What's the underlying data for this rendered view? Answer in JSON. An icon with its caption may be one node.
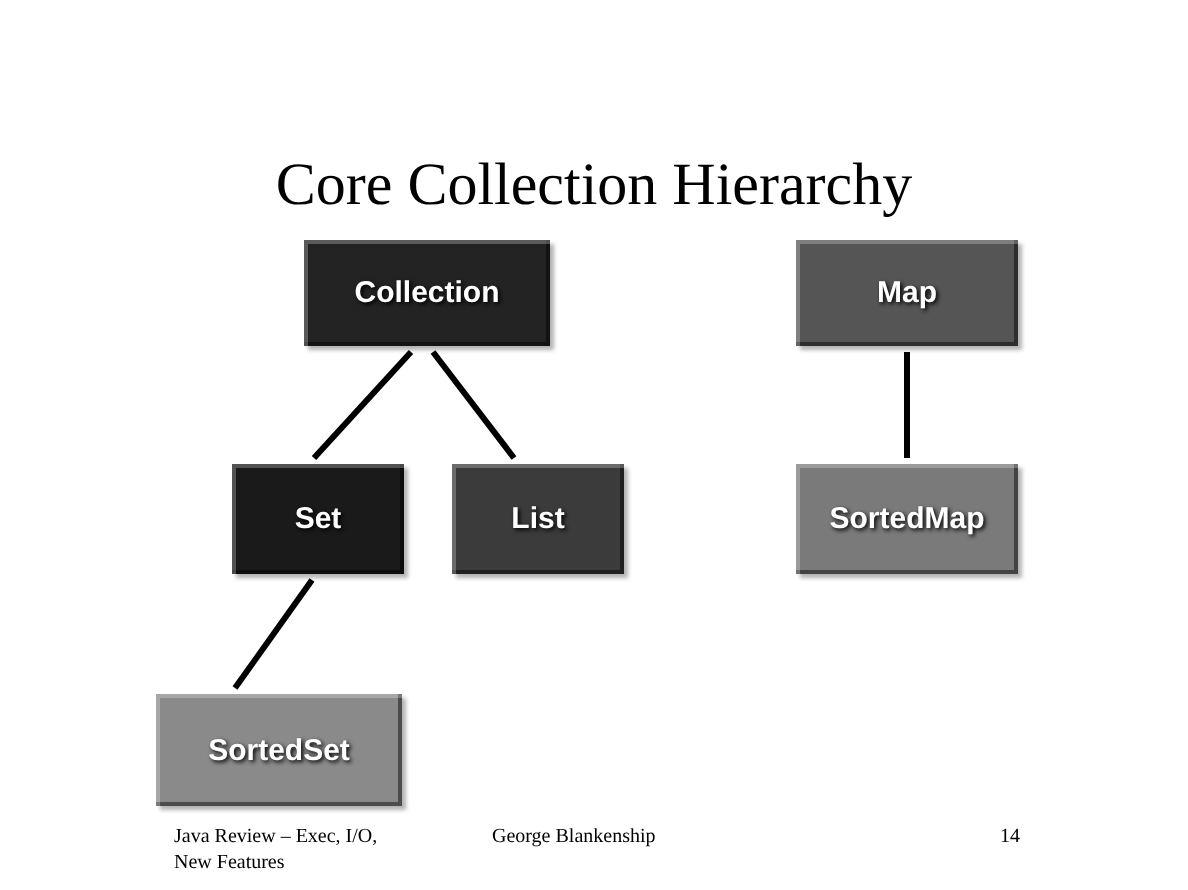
{
  "diagram": {
    "title": "Core Collection Hierarchy",
    "nodes": [
      {
        "text": [
          "Collection"
        ]
      },
      {
        "text": [
          "Set"
        ]
      },
      {
        "text": [
          "List"
        ]
      },
      {
        "text": [
          "SortedSet"
        ]
      },
      {
        "text": [
          "Map"
        ]
      },
      {
        "text": [
          "SortedMap"
        ]
      }
    ],
    "edges": [
      {
        "from": 0,
        "to": 1,
        "arrow": "none"
      },
      {
        "from": 0,
        "to": 2,
        "arrow": "none"
      },
      {
        "from": 1,
        "to": 3,
        "arrow": "none"
      },
      {
        "from": 4,
        "to": 5,
        "arrow": "none"
      }
    ],
    "labels": [
      "Java Review – Exec, I/O, New Features",
      "George Blankenship",
      "14"
    ]
  }
}
